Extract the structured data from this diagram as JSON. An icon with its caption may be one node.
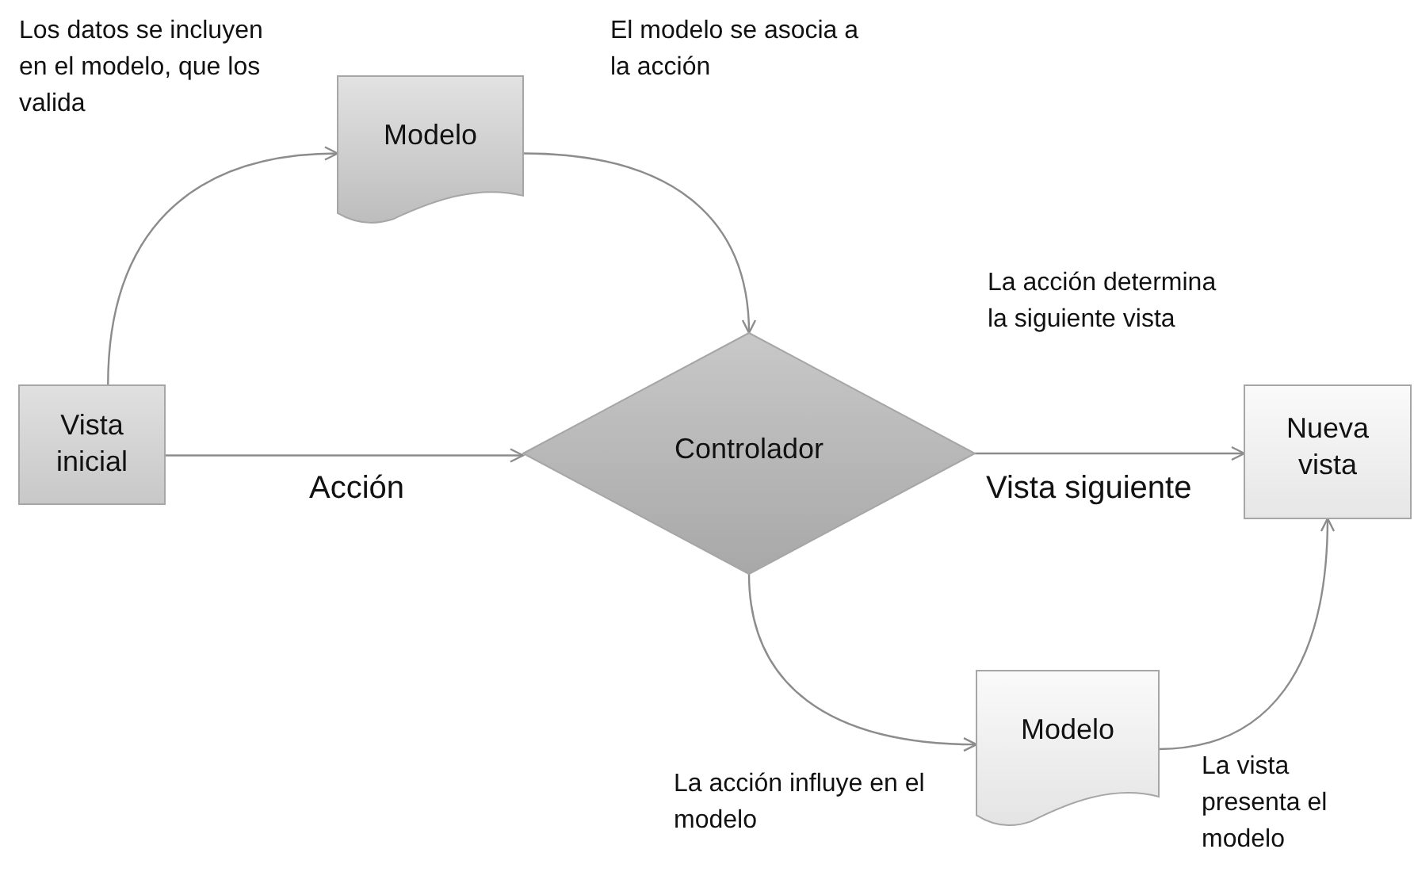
{
  "diagram": {
    "nodes": [
      {
        "text": [
          "Vista inicial"
        ]
      },
      {
        "text": [
          "Modelo"
        ]
      },
      {
        "text": [
          "Controlador"
        ]
      },
      {
        "text": [
          "Nueva vista"
        ]
      },
      {
        "text": [
          "Modelo"
        ]
      }
    ],
    "edges": [
      {
        "from": 0,
        "to": 1,
        "arrow": "to"
      },
      {
        "from": 1,
        "to": 2,
        "arrow": "to"
      },
      {
        "from": 0,
        "to": 2,
        "arrow": "to",
        "label": "Acción"
      },
      {
        "from": 2,
        "to": 3,
        "arrow": "to",
        "label": "Vista siguiente"
      },
      {
        "from": 2,
        "to": 4,
        "arrow": "to"
      },
      {
        "from": 4,
        "to": 3,
        "arrow": "to"
      }
    ],
    "labels": [
      "Los datos se incluyen en el modelo, que los valida",
      "El modelo se asocia a la acción",
      "La acción determina la siguiente vista",
      "La acción influye en el modelo",
      "La vista presenta el modelo"
    ]
  }
}
